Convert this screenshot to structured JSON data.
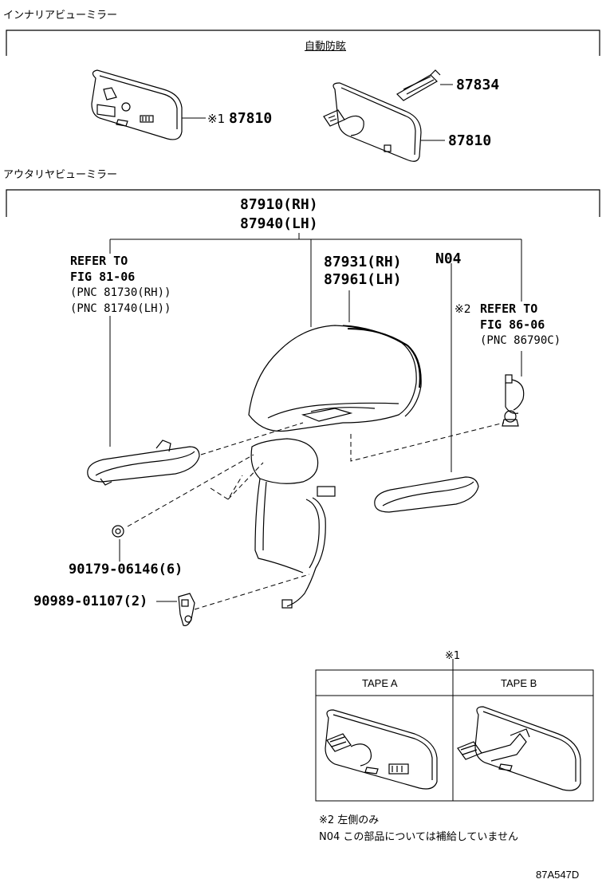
{
  "sections": {
    "interior_title": "インナリアビューミラー",
    "interior_subtitle": "自動防眩",
    "exterior_title": "アウタリヤビューミラー"
  },
  "interior_parts": {
    "left_mirror": {
      "mark": "※1",
      "number": "87810"
    },
    "right_harness": "87834",
    "right_mirror": "87810"
  },
  "exterior_parts": {
    "assembly_rh": "87910(RH)",
    "assembly_lh": "87940(LH)",
    "cover_rh": "87931(RH)",
    "cover_lh": "87961(LH)",
    "n04": "N04",
    "refer_left": {
      "line1": "REFER TO",
      "line2": "FIG 81-06",
      "line3": "(PNC 81730(RH))",
      "line4": "(PNC 81740(LH))"
    },
    "refer_right": {
      "mark": "※2",
      "line1": "REFER TO",
      "line2": "FIG 86-06",
      "line3": "(PNC 86790C)"
    },
    "screw": "90179-06146(6)",
    "clip": "90989-01107(2)"
  },
  "inset": {
    "mark": "※1",
    "tape_a": "TAPE A",
    "tape_b": "TAPE B"
  },
  "notes": {
    "note1": "※2 左側のみ",
    "note2": "N04 この部品については補給していません"
  },
  "figure_code": "87A547D"
}
